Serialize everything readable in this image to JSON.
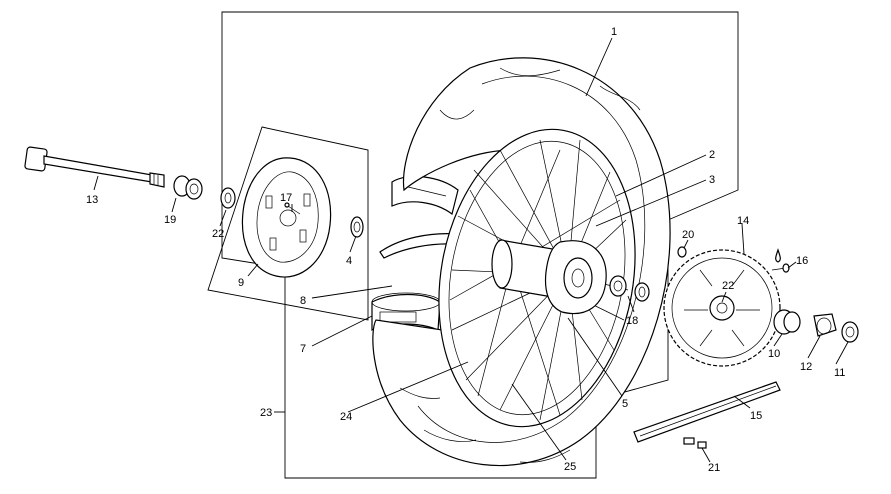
{
  "callouts": [
    {
      "id": "c1",
      "text": "1"
    },
    {
      "id": "c2",
      "text": "2"
    },
    {
      "id": "c3",
      "text": "3"
    },
    {
      "id": "c4",
      "text": "4"
    },
    {
      "id": "c5",
      "text": "5"
    },
    {
      "id": "c7",
      "text": "7"
    },
    {
      "id": "c8",
      "text": "8"
    },
    {
      "id": "c9",
      "text": "9"
    },
    {
      "id": "c10",
      "text": "10"
    },
    {
      "id": "c11",
      "text": "11"
    },
    {
      "id": "c12",
      "text": "12"
    },
    {
      "id": "c13",
      "text": "13"
    },
    {
      "id": "c14",
      "text": "14"
    },
    {
      "id": "c15",
      "text": "15"
    },
    {
      "id": "c16",
      "text": "16"
    },
    {
      "id": "c17",
      "text": "17"
    },
    {
      "id": "c18",
      "text": "18"
    },
    {
      "id": "c19",
      "text": "19"
    },
    {
      "id": "c20",
      "text": "20"
    },
    {
      "id": "c21",
      "text": "21"
    },
    {
      "id": "c22a",
      "text": "22"
    },
    {
      "id": "c22b",
      "text": "22"
    },
    {
      "id": "c23",
      "text": "23"
    },
    {
      "id": "c24",
      "text": "24"
    },
    {
      "id": "c25",
      "text": "25"
    }
  ]
}
